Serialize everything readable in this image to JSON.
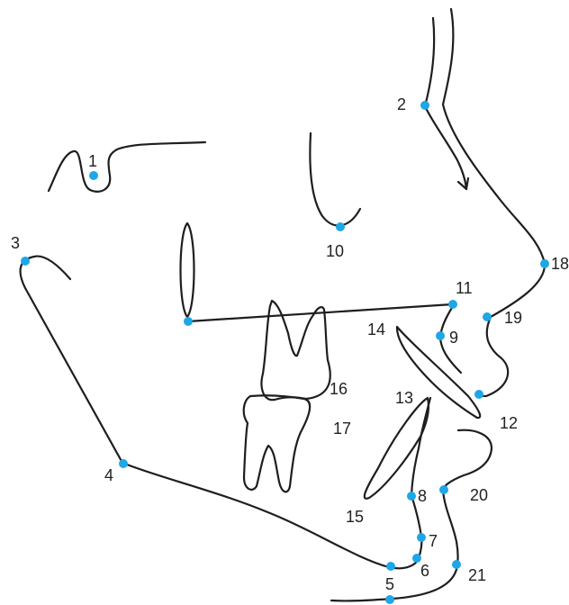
{
  "diagram": {
    "landmarks": [
      {
        "id": "1",
        "label": "1"
      },
      {
        "id": "2",
        "label": "2"
      },
      {
        "id": "3",
        "label": "3"
      },
      {
        "id": "4",
        "label": "4"
      },
      {
        "id": "5",
        "label": "5"
      },
      {
        "id": "6",
        "label": "6"
      },
      {
        "id": "7",
        "label": "7"
      },
      {
        "id": "8",
        "label": "8"
      },
      {
        "id": "9",
        "label": "9"
      },
      {
        "id": "10",
        "label": "10"
      },
      {
        "id": "11",
        "label": "11"
      },
      {
        "id": "12",
        "label": "12"
      },
      {
        "id": "13",
        "label": "13"
      },
      {
        "id": "14",
        "label": "14"
      },
      {
        "id": "15",
        "label": "15"
      },
      {
        "id": "16",
        "label": "16"
      },
      {
        "id": "17",
        "label": "17"
      },
      {
        "id": "18",
        "label": "18"
      },
      {
        "id": "19",
        "label": "19"
      },
      {
        "id": "20",
        "label": "20"
      },
      {
        "id": "21",
        "label": "21"
      }
    ],
    "landmark_color": "#1ea7e6",
    "line_color": "#1e1e1e"
  }
}
